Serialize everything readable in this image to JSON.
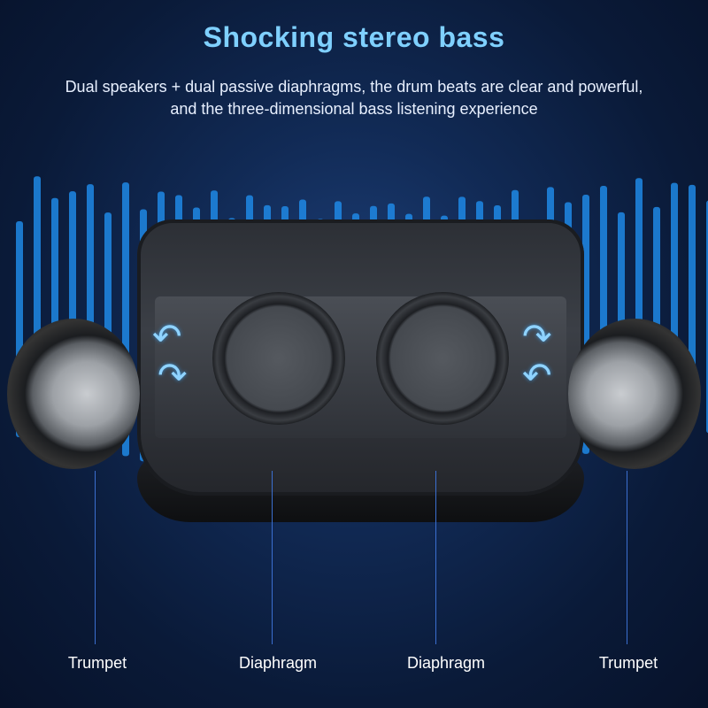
{
  "header": {
    "title": "Shocking stereo bass",
    "subtitle": "Dual speakers + dual passive diaphragms, the drum beats are clear and powerful, and the three-dimensional bass listening experience"
  },
  "labels": [
    {
      "text": "Trumpet"
    },
    {
      "text": "Diaphragm"
    },
    {
      "text": "Diaphragm"
    },
    {
      "text": "Trumpet"
    }
  ],
  "colors": {
    "title": "#7fd0ff",
    "bars": "#1e88e5",
    "line": "#3b6fd0"
  }
}
